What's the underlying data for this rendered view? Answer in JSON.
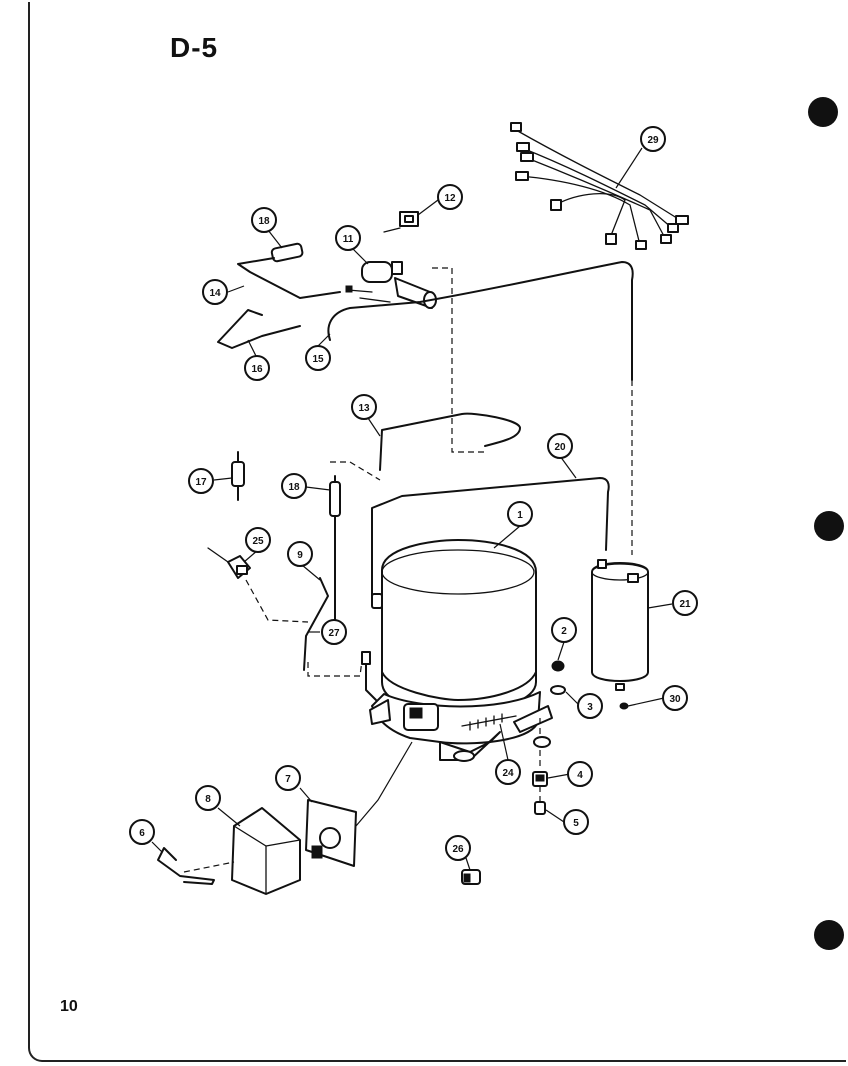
{
  "page": {
    "title": "D-5",
    "page_number": "10"
  },
  "callouts": [
    {
      "id": "c1",
      "label": "1"
    },
    {
      "id": "c2",
      "label": "2"
    },
    {
      "id": "c3",
      "label": "3"
    },
    {
      "id": "c4",
      "label": "4"
    },
    {
      "id": "c5",
      "label": "5"
    },
    {
      "id": "c6",
      "label": "6"
    },
    {
      "id": "c7",
      "label": "7"
    },
    {
      "id": "c8",
      "label": "8"
    },
    {
      "id": "c9",
      "label": "9"
    },
    {
      "id": "c11",
      "label": "11"
    },
    {
      "id": "c12",
      "label": "12"
    },
    {
      "id": "c13",
      "label": "13"
    },
    {
      "id": "c14",
      "label": "14"
    },
    {
      "id": "c15",
      "label": "15"
    },
    {
      "id": "c16",
      "label": "16"
    },
    {
      "id": "c17",
      "label": "17"
    },
    {
      "id": "c18a",
      "label": "18"
    },
    {
      "id": "c18b",
      "label": "18"
    },
    {
      "id": "c20",
      "label": "20"
    },
    {
      "id": "c21",
      "label": "21"
    },
    {
      "id": "c24",
      "label": "24"
    },
    {
      "id": "c25",
      "label": "25"
    },
    {
      "id": "c26",
      "label": "26"
    },
    {
      "id": "c27",
      "label": "27"
    },
    {
      "id": "c29",
      "label": "29"
    },
    {
      "id": "c30",
      "label": "30"
    }
  ]
}
